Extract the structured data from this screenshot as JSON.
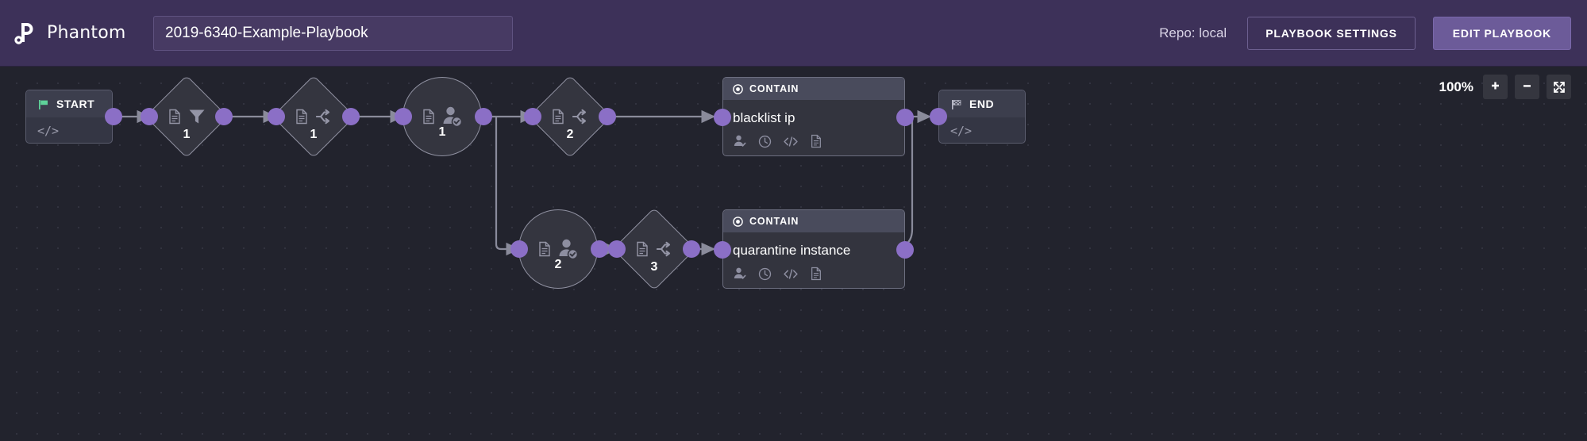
{
  "header": {
    "brand": "Phantom",
    "brand_logo_icon": "phantom-logo-icon",
    "playbook_title": "2019-6340-Example-Playbook",
    "playbook_title_placeholder": "Playbook name",
    "repo_label": "Repo: local",
    "playbook_settings_label": "PLAYBOOK SETTINGS",
    "edit_playbook_label": "EDIT PLAYBOOK",
    "bg_color": "#3d3159",
    "accent_color": "#6c5b99"
  },
  "zoom": {
    "level": "100%",
    "zoom_in_icon": "plus-icon",
    "zoom_out_icon": "minus-icon",
    "fit_icon": "expand-arrows-icon"
  },
  "canvas": {
    "bg_color": "#22232d",
    "port_color": "#8b6fc6",
    "wire_color": "#8a8b9b"
  },
  "nodes": [
    {
      "id": "start",
      "type": "terminal",
      "label": "START",
      "flag_icon": "green-flag-icon",
      "code_icon": "code-brackets-icon",
      "code_text": "</>"
    },
    {
      "id": "filter-1",
      "type": "diamond",
      "count": "1",
      "doc_icon": "document-icon",
      "shape_icon": "filter-funnel-icon"
    },
    {
      "id": "decision-1",
      "type": "diamond",
      "count": "1",
      "doc_icon": "document-icon",
      "shape_icon": "decision-branch-icon"
    },
    {
      "id": "prompt-1",
      "type": "circle",
      "count": "1",
      "doc_icon": "document-icon",
      "shape_icon": "user-approve-icon"
    },
    {
      "id": "decision-2",
      "type": "diamond",
      "count": "2",
      "doc_icon": "document-icon",
      "shape_icon": "decision-branch-icon"
    },
    {
      "id": "prompt-2",
      "type": "circle",
      "count": "2",
      "doc_icon": "document-icon",
      "shape_icon": "user-approve-icon"
    },
    {
      "id": "decision-3",
      "type": "diamond",
      "count": "3",
      "doc_icon": "document-icon",
      "shape_icon": "decision-branch-icon"
    },
    {
      "id": "action-blacklist",
      "type": "action",
      "phase": "CONTAIN",
      "phase_icon": "target-dot-icon",
      "name": "blacklist ip",
      "footer_icons": [
        "user-approve-icon",
        "clock-icon",
        "code-brackets-icon",
        "document-icon"
      ]
    },
    {
      "id": "action-quarantine",
      "type": "action",
      "phase": "CONTAIN",
      "phase_icon": "target-dot-icon",
      "name": "quarantine instance",
      "footer_icons": [
        "user-approve-icon",
        "clock-icon",
        "code-brackets-icon",
        "document-icon"
      ]
    },
    {
      "id": "end",
      "type": "terminal",
      "label": "END",
      "flag_icon": "checkered-flag-icon",
      "code_icon": "code-brackets-icon",
      "code_text": "</>"
    }
  ]
}
